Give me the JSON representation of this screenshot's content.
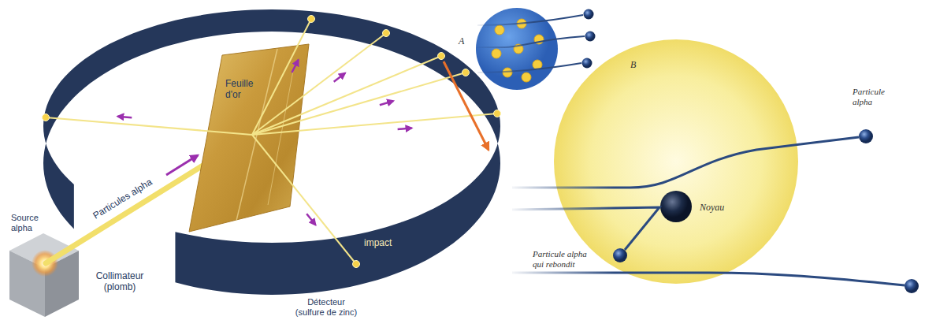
{
  "diagram": {
    "nodes": [
      {
        "text": [
          "A"
        ]
      },
      {
        "text": [
          "B"
        ]
      },
      {
        "text": [
          "Noyau"
        ],
        "in": 1
      }
    ],
    "labels": [
      "Feuille d'or",
      "Particules alpha",
      "Source alpha",
      "Collimateur (plomb)",
      "impact",
      "Détecteur (sulfure de zinc)",
      "Particule alpha",
      "Particule alpha qui rebondit"
    ]
  }
}
